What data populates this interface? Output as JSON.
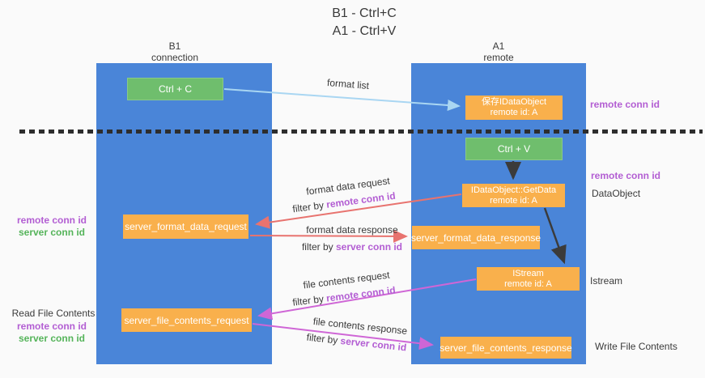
{
  "title": {
    "line1": "B1 - Ctrl+C",
    "line2": "A1 - Ctrl+V"
  },
  "lanes": {
    "left": {
      "title": "B1",
      "subtitle": "connection"
    },
    "right": {
      "title": "A1",
      "subtitle": "remote"
    }
  },
  "nodes": {
    "ctrl_c": {
      "label": "Ctrl + C"
    },
    "save_idataobject": {
      "line1": "保存IDataObject",
      "line2": "remote id: A"
    },
    "ctrl_v": {
      "label": "Ctrl + V"
    },
    "getdata": {
      "line1": "IDataObject::GetData",
      "line2": "remote id: A"
    },
    "server_format_data_request": {
      "label": "server_format_data_request"
    },
    "server_format_data_response": {
      "label": "server_format_data_response"
    },
    "istream": {
      "line1": "IStream",
      "line2": "remote id: A"
    },
    "server_file_contents_request": {
      "label": "server_file_contents_request"
    },
    "server_file_contents_response": {
      "label": "server_file_contents_response"
    }
  },
  "edge_labels": {
    "format_list": "format list",
    "format_data_request": "format data request",
    "format_data_response": "format data response",
    "file_contents_request": "file contents request",
    "file_contents_response": "file contents response",
    "filter_by": "filter by ",
    "remote_conn_id": "remote conn id",
    "server_conn_id": "server conn id"
  },
  "annotations": {
    "remote_conn_id": "remote conn id",
    "server_conn_id": "server conn id",
    "dataobject": "DataObject",
    "istream": "Istream",
    "read_file_contents": "Read File Contents",
    "write_file_contents": "Write File Contents"
  },
  "colors": {
    "lane_blue": "#4a85d8",
    "node_green": "#6fbe6d",
    "node_orange": "#f9b04c",
    "label_purple": "#b35ed3",
    "label_green": "#55b45a",
    "arrow_blue": "#a9d6f2",
    "arrow_salmon": "#e8736f",
    "arrow_magenta": "#cf66d6",
    "arrow_black": "#3b3b3b"
  }
}
